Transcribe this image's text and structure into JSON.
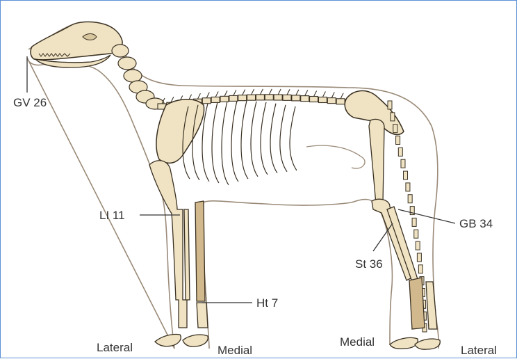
{
  "figure": {
    "labels": {
      "gv26": "GV 26",
      "li11": "LI 11",
      "ht7": "Ht 7",
      "st36": "St 36",
      "gb34": "GB 34",
      "lateral_front": "Lateral",
      "medial_front": "Medial",
      "medial_hind": "Medial",
      "lateral_hind": "Lateral"
    },
    "colors": {
      "bone": "#efe3c3",
      "bone_outline": "#3a3022",
      "body_outline": "#9a8a78",
      "leader_line": "#333333",
      "border": "#5b8fd6",
      "medial_bone_shade": "#d2b98d"
    }
  }
}
